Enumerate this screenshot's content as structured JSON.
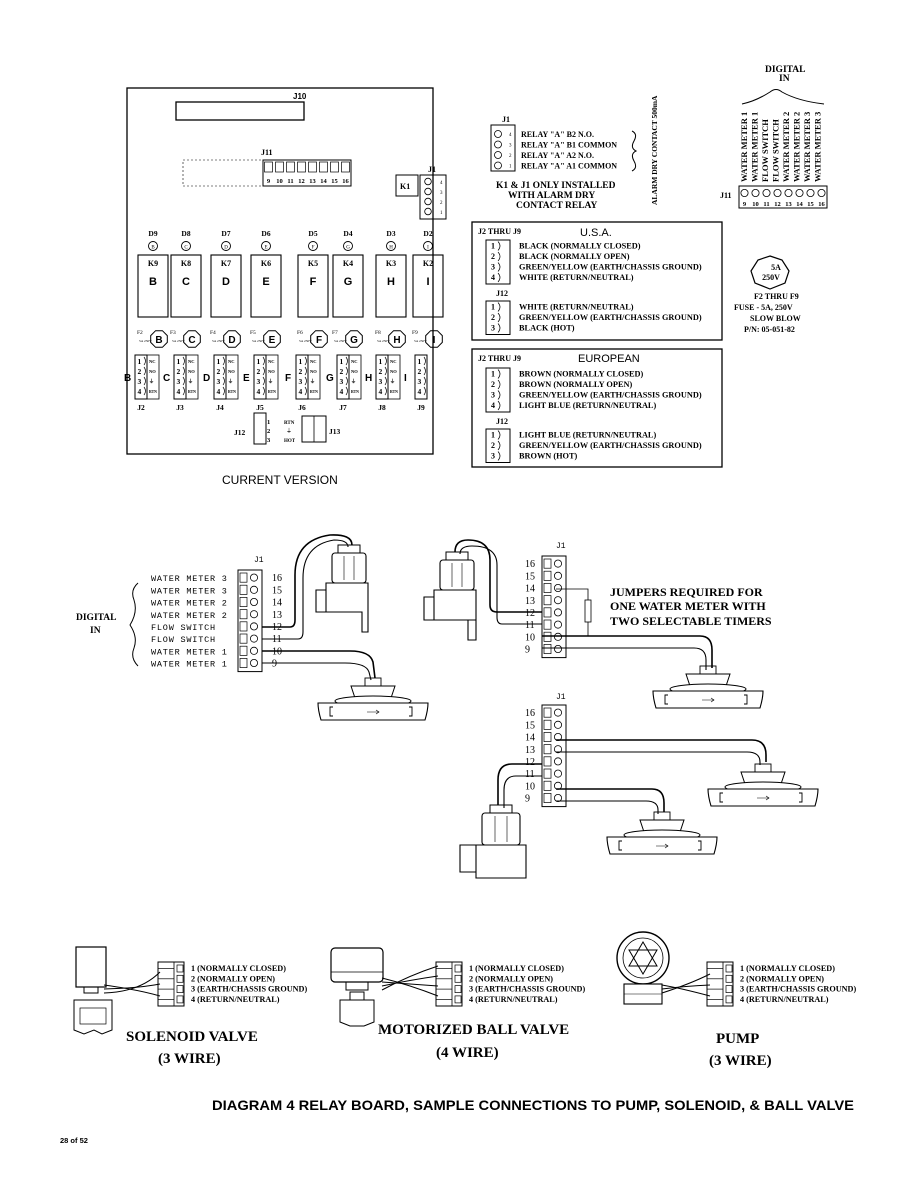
{
  "relay_board": {
    "j10": "J10",
    "j11": "J11",
    "j11_pins": [
      "9",
      "10",
      "11",
      "12",
      "13",
      "14",
      "15",
      "16"
    ],
    "k1": "K1",
    "j1": "J1",
    "diodes": [
      "D9",
      "D8",
      "D7",
      "D6",
      "D5",
      "D4",
      "D3",
      "D2"
    ],
    "relays": [
      "K9",
      "K8",
      "K7",
      "K6",
      "K5",
      "K4",
      "K3",
      "K2"
    ],
    "relay_letters": [
      "B",
      "C",
      "D",
      "E",
      "F",
      "G",
      "H",
      "I"
    ],
    "fuses": [
      "F2",
      "F3",
      "F4",
      "F5",
      "F6",
      "F7",
      "F8",
      "F9"
    ],
    "fuse_rating": "5A 250V",
    "terminal_labels": [
      "J2",
      "J3",
      "J4",
      "J5",
      "J6",
      "J7",
      "J8",
      "J9"
    ],
    "terminal_pins": [
      "1",
      "2",
      "3",
      "4"
    ],
    "terminal_side": [
      "NC",
      "NO",
      "⏚",
      "RTN"
    ],
    "j12": "J12",
    "j13": "J13",
    "j12_side": [
      "RTN",
      "⏚",
      "HOT"
    ],
    "caption": "CURRENT VERSION"
  },
  "alarm": {
    "j1": "J1",
    "relays": [
      "RELAY \"A\" B2 N.O.",
      "RELAY \"A\" B1 COMMON",
      "RELAY \"A\" A2 N.O.",
      "RELAY \"A\" A1 COMMON"
    ],
    "vertical_label": "ALARM DRY CONTACT 500mA",
    "note_line1": "K1 & J1 ONLY INSTALLED",
    "note_line2": "WITH ALARM DRY",
    "note_line3": "CONTACT RELAY"
  },
  "digital_in_top": {
    "title_line1": "DIGITAL",
    "title_line2": "IN",
    "labels": [
      "WATER METER 1",
      "WATER METER 1",
      "FLOW SWITCH",
      "FLOW SWITCH",
      "WATER METER 2",
      "WATER METER 2",
      "WATER METER 3",
      "WATER METER 3"
    ],
    "j11": "J11",
    "pins": [
      "9",
      "10",
      "11",
      "12",
      "13",
      "14",
      "15",
      "16"
    ]
  },
  "usa": {
    "head_left": "J2 THRU J9",
    "head_title": "U.S.A.",
    "rows1": [
      "BLACK (NORMALLY CLOSED)",
      "BLACK (NORMALLY OPEN)",
      "GREEN/YELLOW (EARTH/CHASSIS GROUND)",
      "WHITE (RETURN/NEUTRAL)"
    ],
    "j12": "J12",
    "rows2": [
      "WHITE (RETURN/NEUTRAL)",
      "GREEN/YELLOW (EARTH/CHASSIS GROUND)",
      "BLACK (HOT)"
    ]
  },
  "european": {
    "head_left": "J2 THRU J9",
    "head_title": "EUROPEAN",
    "rows1": [
      "BROWN (NORMALLY CLOSED)",
      "BROWN (NORMALLY OPEN)",
      "GREEN/YELLOW (EARTH/CHASSIS GROUND)",
      "LIGHT BLUE (RETURN/NEUTRAL)"
    ],
    "j12": "J12",
    "rows2": [
      "LIGHT BLUE (RETURN/NEUTRAL)",
      "GREEN/YELLOW (EARTH/CHASSIS GROUND)",
      "BROWN (HOT)"
    ]
  },
  "fuse_info": {
    "rating_line1": "5A",
    "rating_line2": "250V",
    "line1": "F2 THRU F9",
    "line2": "FUSE - 5A, 250V",
    "line3": "SLOW BLOW",
    "line4": "P/N: 05-051-82"
  },
  "digital_in_mid": {
    "label_line1": "DIGITAL",
    "label_line2": "IN",
    "j1": "J1",
    "labels": [
      "WATER METER 3",
      "WATER METER 3",
      "WATER METER 2",
      "WATER METER 2",
      "FLOW SWITCH",
      "FLOW SWITCH",
      "WATER METER 1",
      "WATER METER 1"
    ],
    "pins": [
      "16",
      "15",
      "14",
      "13",
      "12",
      "11",
      "10",
      "9"
    ]
  },
  "jumpers": {
    "j1": "J1",
    "pins": [
      "16",
      "15",
      "14",
      "13",
      "12",
      "11",
      "10",
      "9"
    ],
    "title_line1": "JUMPERS REQUIRED FOR",
    "title_line2": "ONE WATER METER WITH",
    "title_line3": "TWO SELECTABLE TIMERS"
  },
  "two_meters": {
    "j1": "J1",
    "pins": [
      "16",
      "15",
      "14",
      "13",
      "12",
      "11",
      "10",
      "9"
    ]
  },
  "devices": {
    "terminal_lines": [
      "1 (NORMALLY CLOSED)",
      "2 (NORMALLY OPEN)",
      "3 (EARTH/CHASSIS GROUND)",
      "4 (RETURN/NEUTRAL)"
    ],
    "solenoid_line1": "SOLENOID VALVE",
    "solenoid_line2": "(3 WIRE)",
    "ball_line1": "MOTORIZED BALL VALVE",
    "ball_line2": "(4 WIRE)",
    "pump_line1": "PUMP",
    "pump_line2": "(3 WIRE)"
  },
  "footer": {
    "diagram_title": "DIAGRAM 4   RELAY BOARD, SAMPLE CONNECTIONS TO PUMP, SOLENOID, & BALL VALVE",
    "page": "28 of 52"
  }
}
